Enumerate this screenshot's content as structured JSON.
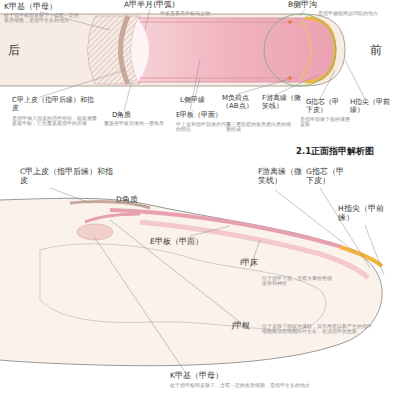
{
  "diagram": {
    "caption": "2.1正面指甲解析图",
    "labels": [
      "K甲基（甲母）",
      "处于指甲根部皮肤下，含有一定的角质细胞，是指甲生长的地方",
      "A甲半月(甲弧)",
      "甲板是看见甲根与之物",
      "B侧甲沟",
      "是指甲侧面两边凹陷的地方",
      "后",
      "前",
      "C甲上皮（指甲后缘）和指皮",
      "是指甲插入指皮的活性组织，能延展覆盖着甲根，它也覆盖着指甲的后缘",
      "D角质",
      "覆盖在甲板后缘的一层角质",
      "L侧甲缘",
      "M负荷点（AB点）",
      "E甲板（甲面）",
      "甲上皮和指甲前缘所代表的部位",
      "有三层坚硬的角质蛋白质的细胞组成",
      "F游离缘（微笑线）",
      "G指芯（甲下皮）",
      "是指甲前缘下面的薄层皮肤",
      "H指尖（甲前缘）",
      "C甲上皮（指甲后缘）和指皮",
      "D角质",
      "F游离缘（微笑线）",
      "G指芯（甲下皮）",
      "H指尖（甲前缘）",
      "E甲板（甲面）",
      "I甲床",
      "位于指甲下面，含有大量的毛细血管和神经",
      "J甲根",
      "位于皮肤下面较为薄软，其作用是以新产生的指甲细胞推动老细胞向外生长，促进指甲的更新",
      "K甲基（甲母）",
      "处于指甲根部皮肤下，含有一定的角质细胞，是指甲生长的地方"
    ]
  }
}
